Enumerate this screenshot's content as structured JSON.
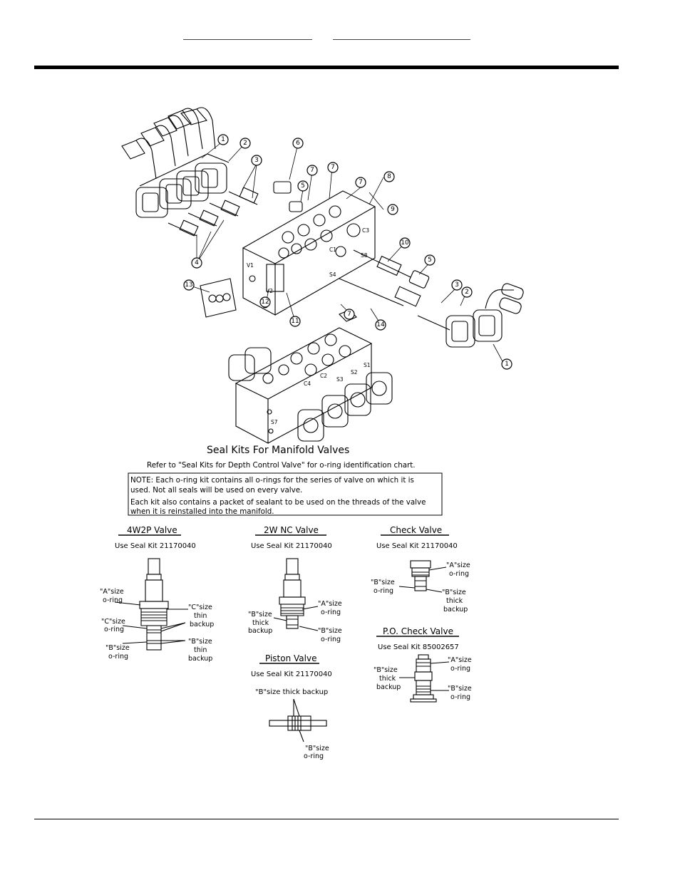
{
  "page": {
    "links": [
      "",
      ""
    ]
  },
  "figure": {
    "callouts": [
      "1",
      "2",
      "3",
      "4",
      "5",
      "6",
      "7",
      "7",
      "7",
      "8",
      "9",
      "10",
      "5",
      "3",
      "2",
      "1",
      "11",
      "12",
      "13",
      "14",
      "7"
    ],
    "title": "Seal Kits For Manifold Valves",
    "refer": "Refer to \"Seal Kits for Depth Control Valve\" for o-ring identification chart.",
    "note_line1": "NOTE: Each o-ring kit contains all o-rings for the series of valve on which it is",
    "note_line2": "used. Not all seals will be used on every valve.",
    "note_line3": "Each kit also contains a packet of sealant to be used on the threads of the valve",
    "note_line4": "when it is reinstalled into the manifold.",
    "valves": {
      "v4w2p": {
        "name": "4W2P Valve",
        "kit": "Use Seal Kit 21170040",
        "a1": "\"A\"size",
        "a2": "o-ring",
        "c1": "\"C\"size",
        "c2": "o-ring",
        "b1": "\"B\"size",
        "b2": "o-ring",
        "cb1": "\"C\"size",
        "cb2": "thin",
        "cb3": "backup",
        "bb1": "\"B\"size",
        "bb2": "thin",
        "bb3": "backup"
      },
      "v2wnc": {
        "name": "2W NC Valve",
        "kit": "Use Seal Kit 21170040",
        "a1": "\"A\"size",
        "a2": "o-ring",
        "b1": "\"B\"size",
        "b2": "thick",
        "b3": "backup",
        "br1": "\"B\"size",
        "br2": "o-ring"
      },
      "check": {
        "name": "Check Valve",
        "kit": "Use Seal Kit 21170040",
        "a1": "\"A\"size",
        "a2": "o-ring",
        "b1": "\"B\"size",
        "b2": "o-ring",
        "bb1": "\"B\"size",
        "bb2": "thick",
        "bb3": "backup"
      },
      "pocheck": {
        "name": "P.O. Check Valve",
        "kit": "Use Seal Kit 85002657",
        "a1": "\"A\"size",
        "a2": "o-ring",
        "b1": "\"B\"size",
        "b2": "thick",
        "b3": "backup",
        "br1": "\"B\"size",
        "br2": "o-ring"
      },
      "piston": {
        "name": "Piston Valve",
        "kit": "Use Seal Kit 21170040",
        "top": "\"B\"size thick backup",
        "b1": "\"B\"size",
        "b2": "o-ring"
      }
    },
    "port_labels": [
      "V1",
      "V2",
      "C3",
      "C1",
      "S8",
      "S4",
      "C4",
      "C2",
      "S1",
      "S2",
      "S3",
      "S7"
    ]
  }
}
